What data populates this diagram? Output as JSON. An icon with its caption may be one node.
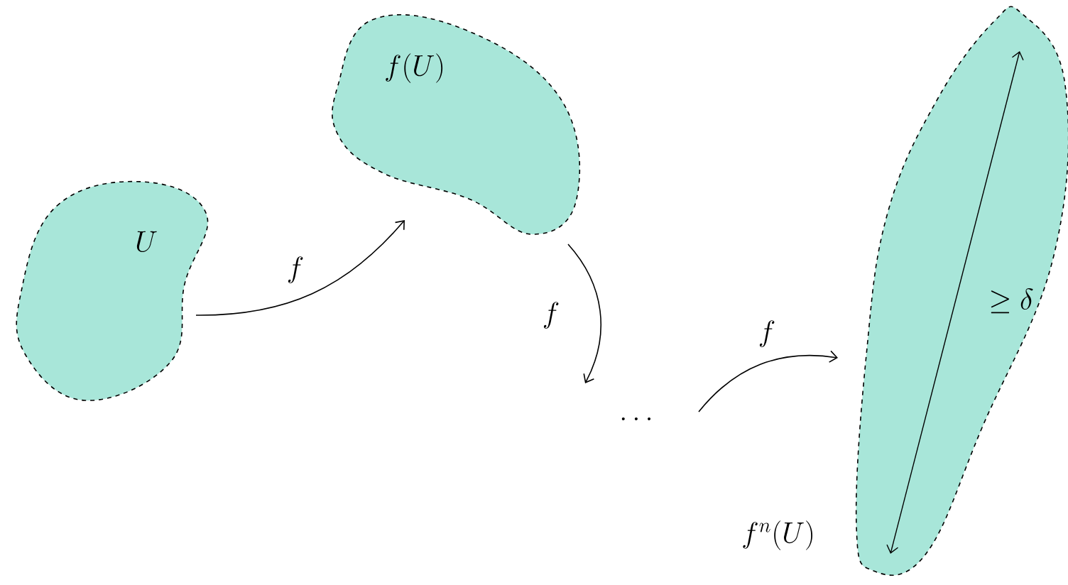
{
  "diagram": {
    "nodes": [
      {
        "text": [
          "U"
        ]
      },
      {
        "text": [
          "f(U)"
        ]
      },
      {
        "text": [
          "\\dots"
        ]
      },
      {
        "text": [
          "f^{n}(U)"
        ]
      }
    ],
    "edges": [
      {
        "from": 0,
        "to": 1,
        "arrow": "to",
        "label": "f"
      },
      {
        "from": 1,
        "to": 2,
        "arrow": "to",
        "label": "f"
      },
      {
        "from": 2,
        "to": 3,
        "arrow": "to",
        "label": "f"
      }
    ],
    "labels": [
      "\\geq \\delta"
    ]
  }
}
